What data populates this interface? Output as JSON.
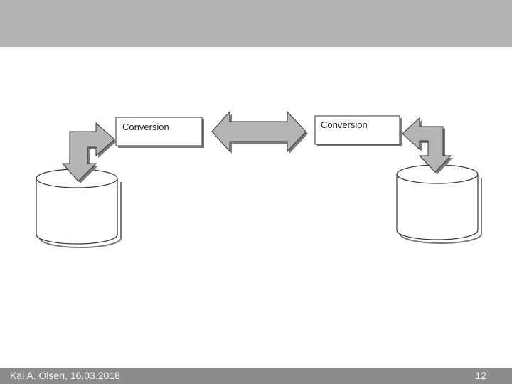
{
  "slide": {
    "left_process_label": "Conversion",
    "right_process_label": "Conversion"
  },
  "footer": {
    "author_date": "Kai A. Olsen, 16.03.2018",
    "page_number": "12"
  },
  "colors": {
    "header_bar": "#b2b2b2",
    "footer_bar": "#8c8c8c",
    "arrow_fill": "#b4b4b4",
    "shape_stroke": "#333333",
    "shadow": "#7a7a7a"
  }
}
